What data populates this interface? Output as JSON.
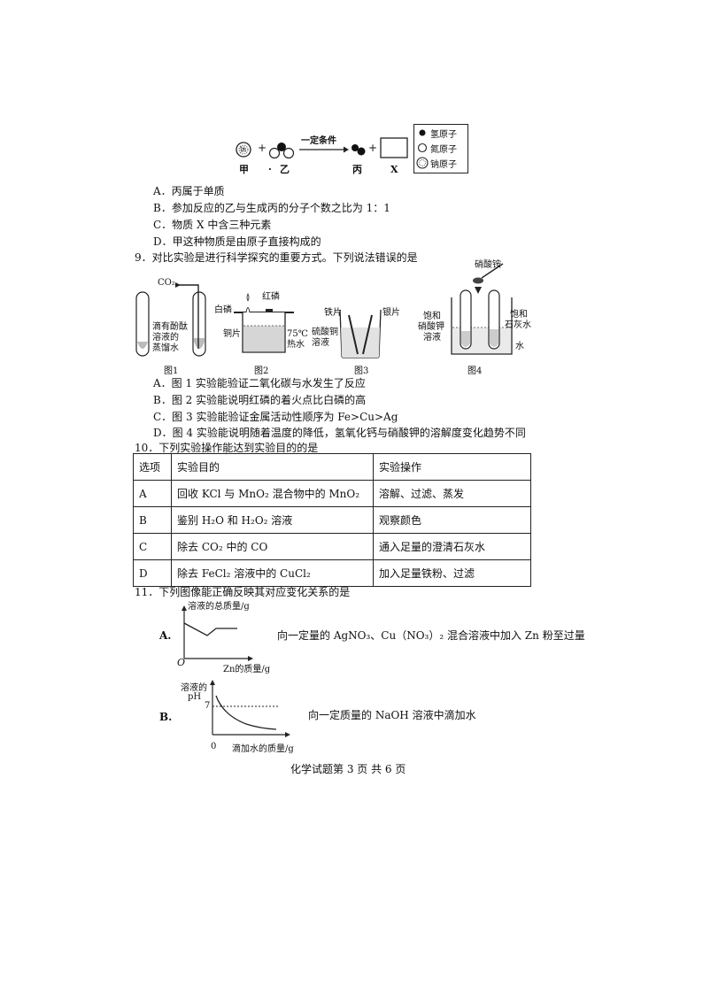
{
  "q8": {
    "arrow_label": "一定条件",
    "labels": [
      "甲",
      "·",
      "乙",
      "丙",
      "X"
    ],
    "plus": "+",
    "legend": [
      "氢原子",
      "氮原子",
      "钠原子"
    ],
    "legend_icon_text": "钠",
    "options": [
      "A．丙属于单质",
      "B．参加反应的乙与生成丙的分子个数之比为 1：1",
      "C．物质 X 中含三种元素",
      "D．甲这种物质是由原子直接构成的"
    ]
  },
  "q9": {
    "stem": "9．对比实验是进行科学探究的重要方式。下列说法错误的是",
    "fig1": {
      "co2": "CO₂",
      "liquid": [
        "滴有酚酞",
        "溶液的",
        "蒸馏水"
      ],
      "caption": "图1"
    },
    "fig2": {
      "white_p": "白磷",
      "red_p": "红磷",
      "copper": "铜片",
      "water": [
        "75℃",
        "热水"
      ],
      "caption": "图2"
    },
    "fig3": {
      "iron": "铁片",
      "silver": "银片",
      "solution": [
        "硫酸铜",
        "溶液"
      ],
      "caption": "图3"
    },
    "fig4": {
      "nh4no3": "硝酸铵",
      "kno3": [
        "饱和",
        "硝酸钾",
        "溶液"
      ],
      "limewater": [
        "饱和",
        "石灰水"
      ],
      "water": "水",
      "caption": "图4"
    },
    "options": [
      "A．图 1 实验能验证二氧化碳与水发生了反应",
      "B．图 2 实验能说明红磷的着火点比白磷的高",
      "C．图 3 实验能验证金属活动性顺序为 Fe>Cu>Ag",
      "D．图 4 实验能说明随着温度的降低，氢氧化钙与硝酸钾的溶解度变化趋势不同"
    ]
  },
  "q10": {
    "stem": "10．下列实验操作能达到实验目的的是",
    "headers": [
      "选项",
      "实验目的",
      "实验操作"
    ],
    "rows": [
      [
        "A",
        "回收 KCl 与 MnO₂ 混合物中的 MnO₂",
        "溶解、过滤、蒸发"
      ],
      [
        "B",
        "鉴别 H₂O 和 H₂O₂ 溶液",
        "观察颜色"
      ],
      [
        "C",
        "除去 CO₂ 中的 CO",
        "通入足量的澄清石灰水"
      ],
      [
        "D",
        "除去 FeCl₂ 溶液中的 CuCl₂",
        "加入足量铁粉、过滤"
      ]
    ]
  },
  "q11": {
    "stem": "11．下列图像能正确反映其对应变化关系的是",
    "A": {
      "letter": "A.",
      "ylabel": "溶液的总质量/g",
      "xlabel": "Zn的质量/g",
      "origin": "O",
      "desc": "向一定量的 AgNO₃、Cu（NO₃）₂ 混合溶液中加入 Zn 粉至过量"
    },
    "B": {
      "letter": "B.",
      "ylabel": [
        "溶液的",
        "pH"
      ],
      "ytick": "7",
      "xlabel": "滴加水的质量/g",
      "origin": "0",
      "desc": "向一定质量的 NaOH 溶液中滴加水"
    }
  },
  "footer": "化学试题第 3 页 共 6 页"
}
